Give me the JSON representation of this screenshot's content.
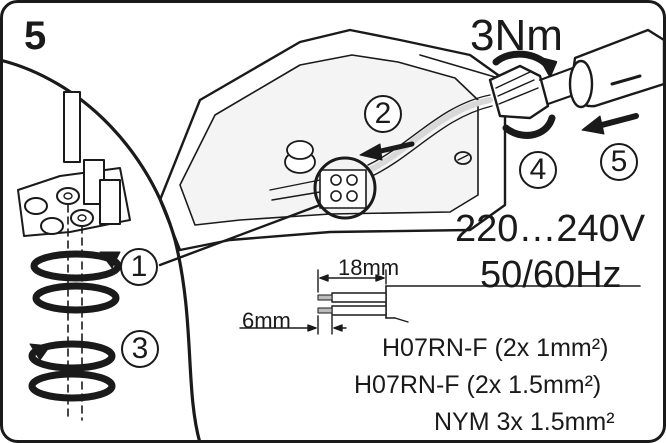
{
  "figure": {
    "step_number": "5",
    "torque_label": "3Nm",
    "voltage_label": "220…240V",
    "frequency_label": "50/60Hz",
    "strip_length_outer": "18mm",
    "strip_length_inner": "6mm",
    "step_markers": [
      "1",
      "2",
      "3",
      "4",
      "5"
    ],
    "cable_types": [
      "H07RN-F (2x 1mm²)",
      "H07RN-F (2x 1.5mm²)",
      "NYM 3x 1.5mm²"
    ]
  },
  "colors": {
    "line": "#1a1a1a",
    "background": "#ffffff",
    "shade": "#e6e6e6"
  }
}
